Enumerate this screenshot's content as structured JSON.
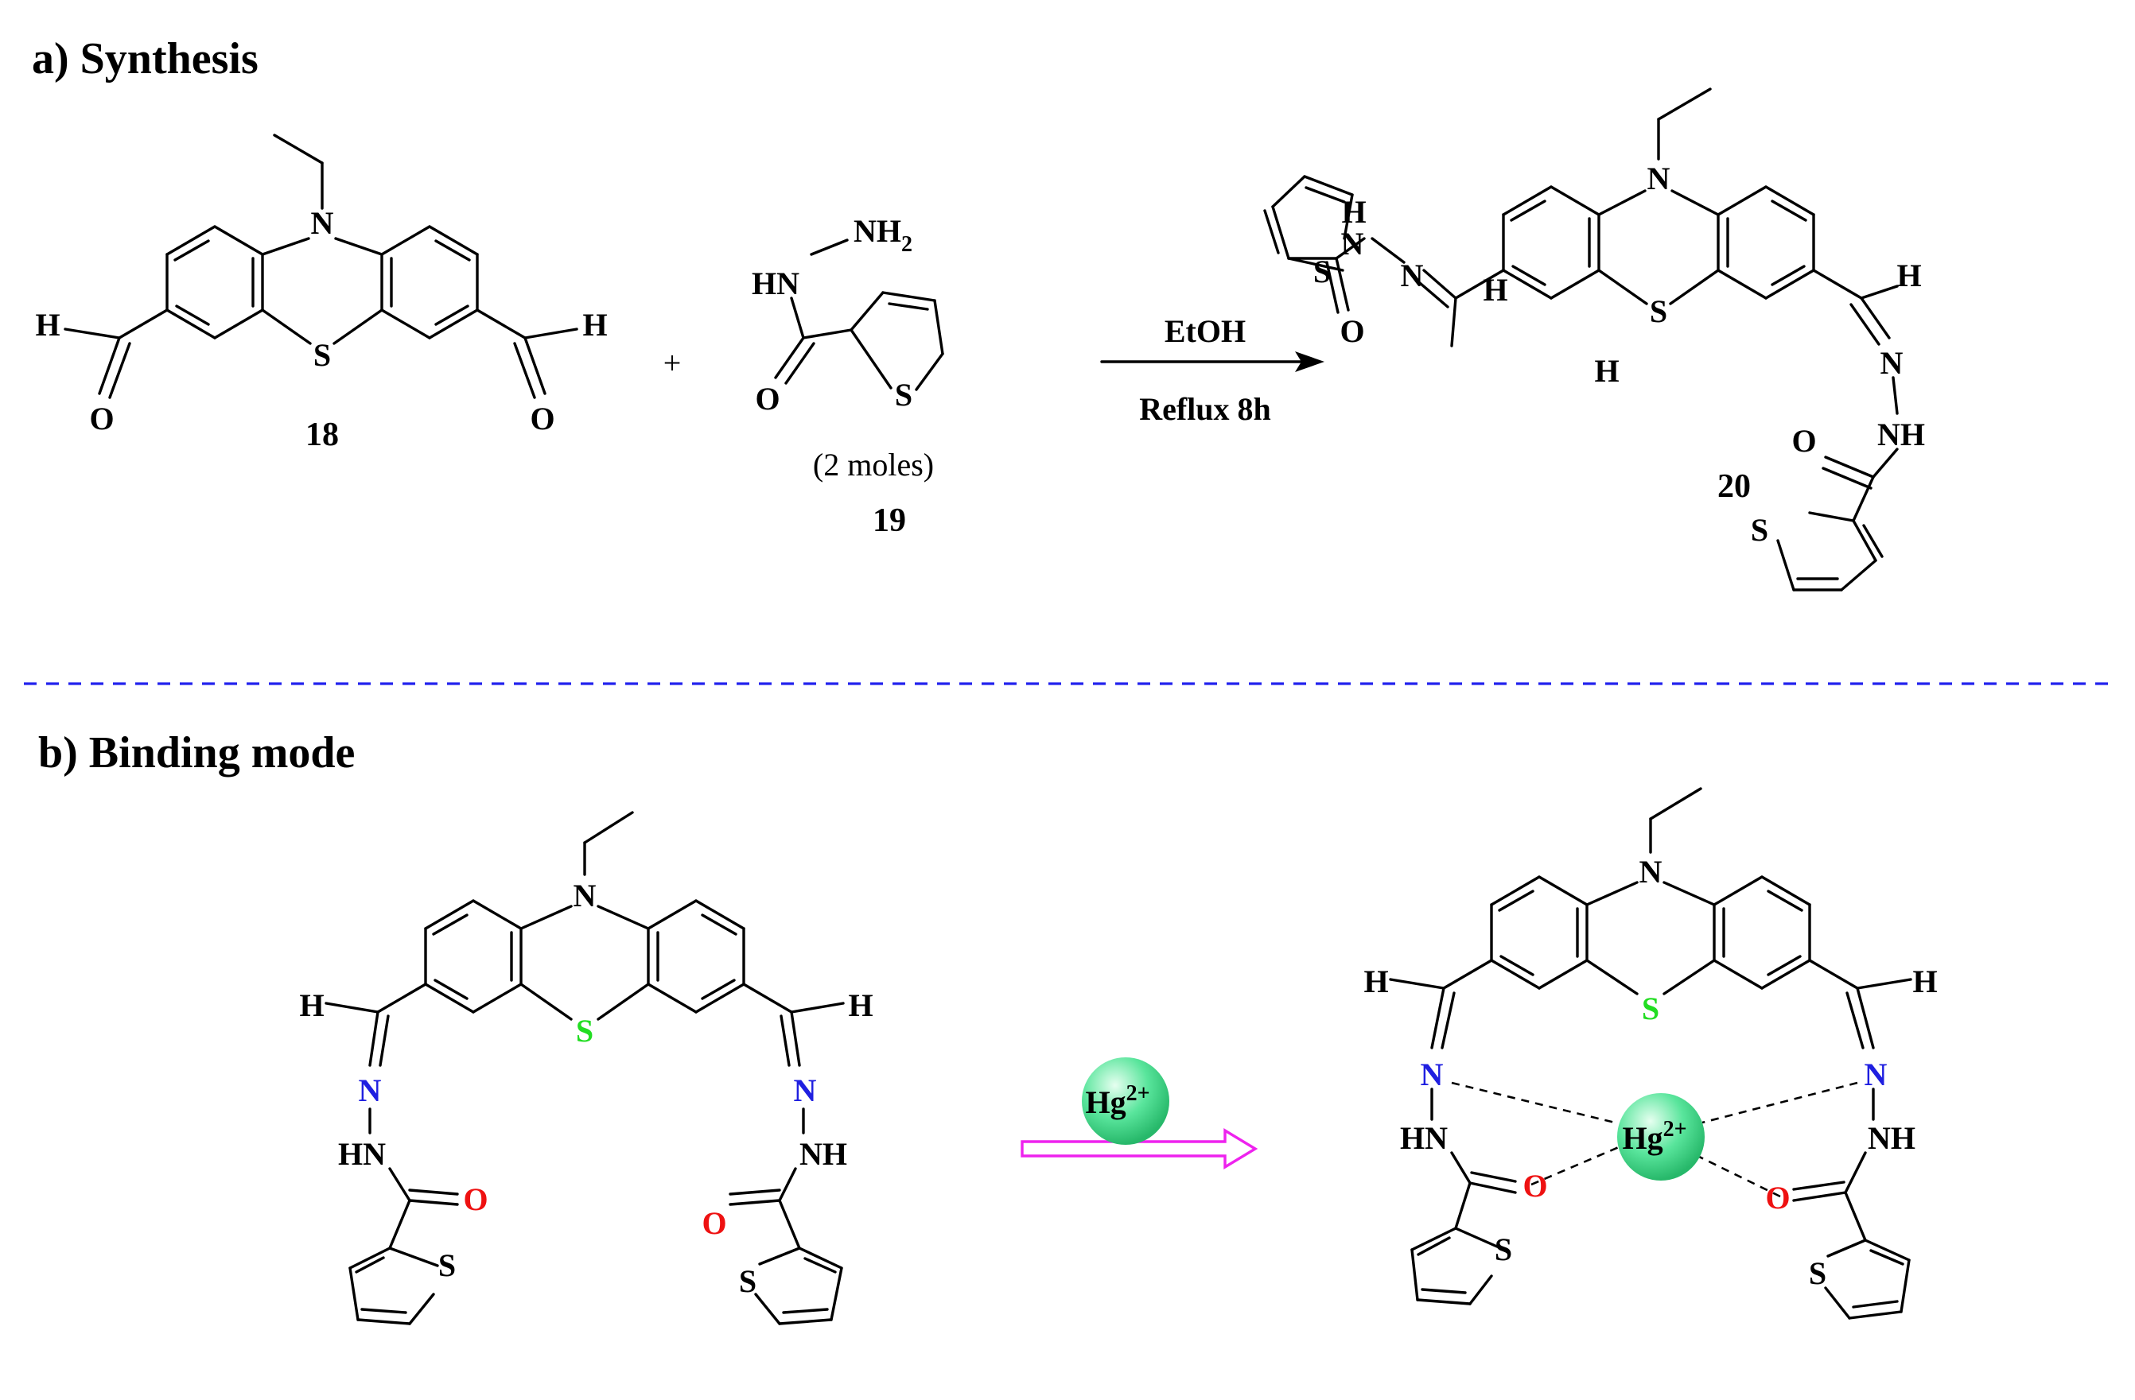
{
  "sections": {
    "a_title": "a) Synthesis",
    "b_title": "b) Binding mode"
  },
  "compounds": {
    "c18": "18",
    "c19": "19",
    "c20": "20",
    "moles": "(2 moles)"
  },
  "reaction": {
    "plus": "+",
    "solvent": "EtOH",
    "condition": "Reflux 8h"
  },
  "atoms": {
    "N": "N",
    "S": "S",
    "O": "O",
    "H": "H",
    "HN": "HN",
    "NH": "NH",
    "NH2_base": "NH",
    "NH2_sub": "2"
  },
  "ion": {
    "base": "Hg",
    "charge": "2+"
  },
  "colors": {
    "nitrogen_highlight": "#1f1fe0",
    "sulfur_highlight": "#22dd22",
    "oxygen_highlight": "#ee1111",
    "divider": "#2222ee",
    "arrow_magenta": "#ee22ee",
    "ion_fill": "#59e59c"
  }
}
